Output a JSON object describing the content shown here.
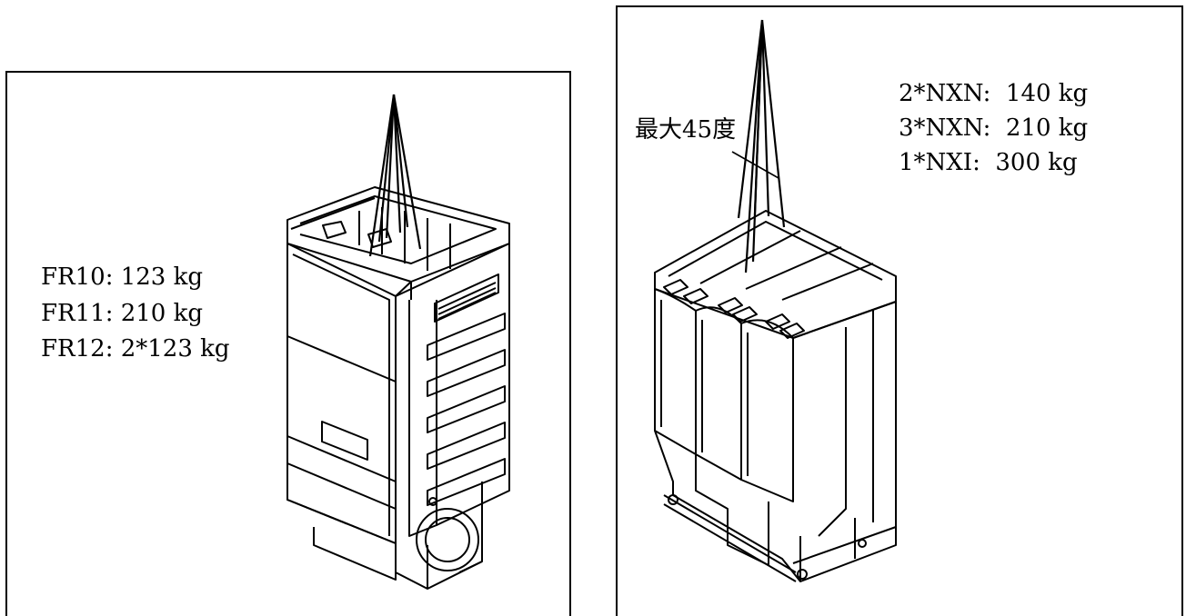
{
  "left_panel": {
    "weights": [
      "FR10: 123 kg",
      "FR11: 210 kg",
      "FR12: 2*123 kg"
    ]
  },
  "right_panel": {
    "angle_label": "最大45度",
    "weights": [
      "2*NXN:  140 kg",
      "3*NXN:  210 kg",
      "1*NXI:  300 kg"
    ]
  }
}
